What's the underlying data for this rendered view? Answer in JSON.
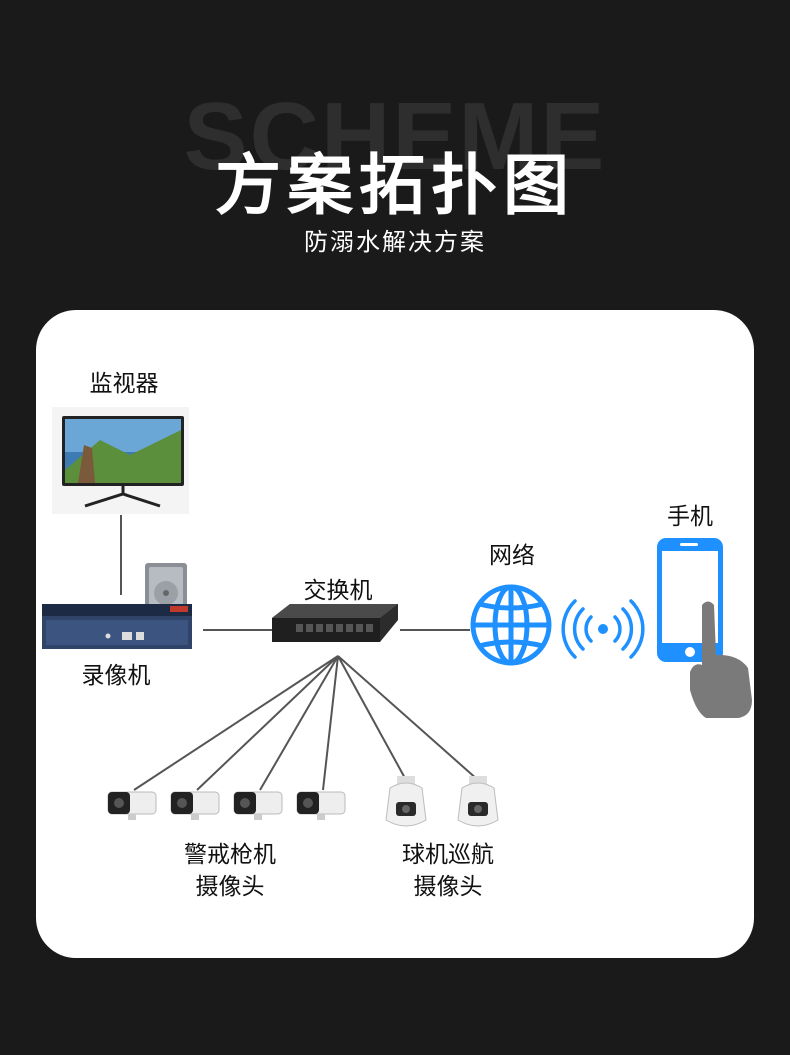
{
  "header": {
    "background_word": "SCHEME",
    "title": "方案拓扑图",
    "subtitle": "防溺水解决方案"
  },
  "nodes": {
    "monitor": "监视器",
    "nvr": "录像机",
    "switch": "交换机",
    "network": "网络",
    "phone": "手机",
    "bullet_cameras": [
      "警戒枪机",
      "摄像头"
    ],
    "dome_cameras": [
      "球机巡航",
      "摄像头"
    ]
  },
  "colors": {
    "background": "#1a1a1a",
    "card": "#ffffff",
    "accent_blue": "#1e90ff",
    "line": "#555555"
  }
}
